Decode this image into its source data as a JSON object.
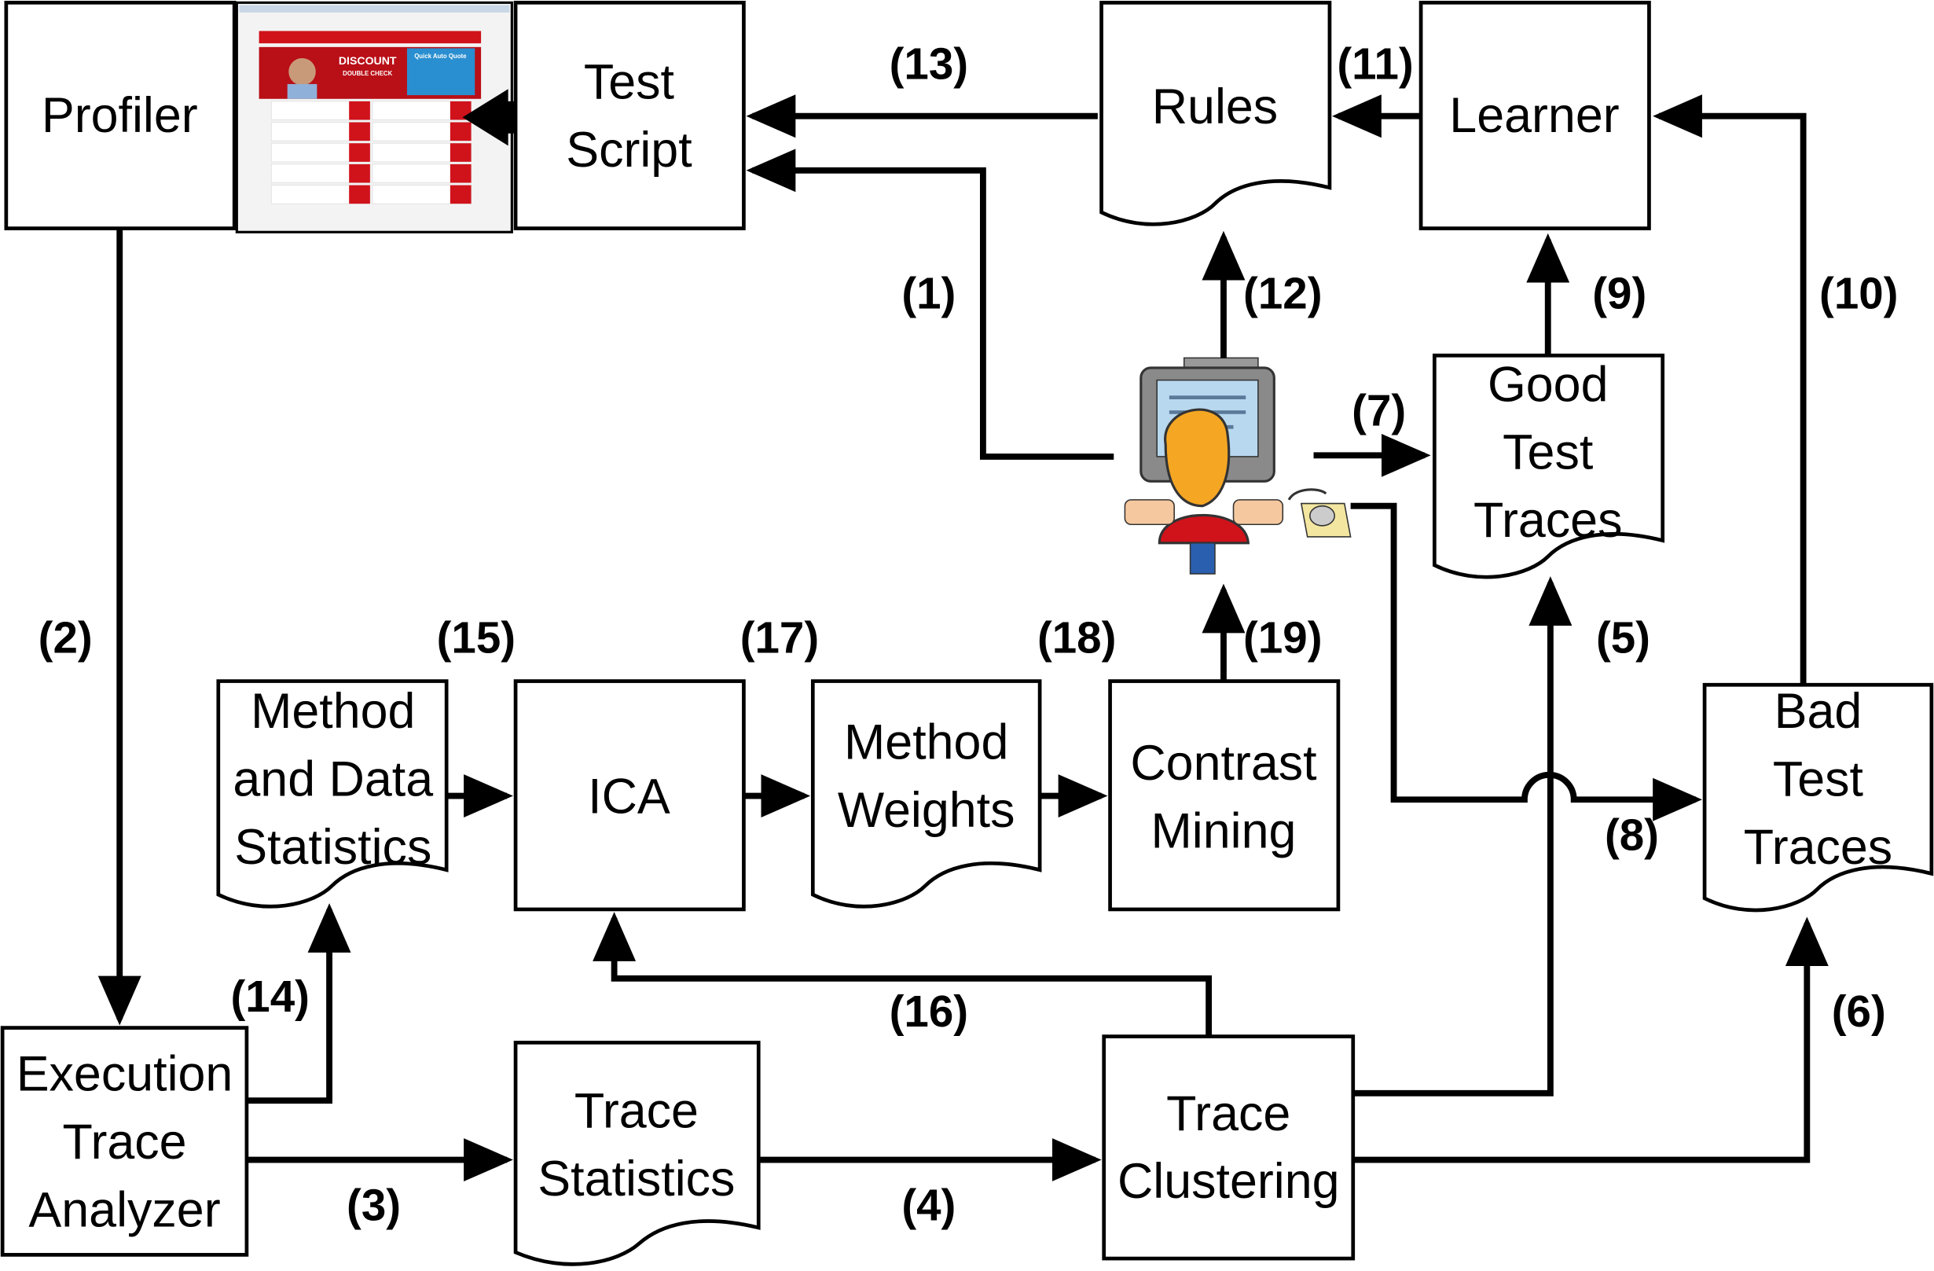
{
  "nodes": {
    "profiler": [
      "Profiler"
    ],
    "test_script": [
      "Test",
      "Script"
    ],
    "rules": [
      "Rules"
    ],
    "learner": [
      "Learner"
    ],
    "good_traces": [
      "Good",
      "Test",
      "Traces"
    ],
    "method_data_stats": [
      "Method",
      "and Data",
      "Statistics"
    ],
    "ica": [
      "ICA"
    ],
    "method_weights": [
      "Method",
      "Weights"
    ],
    "contrast_mining": [
      "Contrast",
      "Mining"
    ],
    "bad_traces": [
      "Bad",
      "Test",
      "Traces"
    ],
    "exec_analyzer": [
      "Execution",
      "Trace",
      "Analyzer"
    ],
    "trace_stats": [
      "Trace",
      "Statistics"
    ],
    "trace_clustering": [
      "Trace",
      "Clustering"
    ]
  },
  "edge_labels": {
    "e1": "(1)",
    "e2": "(2)",
    "e3": "(3)",
    "e4": "(4)",
    "e5": "(5)",
    "e6": "(6)",
    "e7": "(7)",
    "e8": "(8)",
    "e9": "(9)",
    "e10": "(10)",
    "e11": "(11)",
    "e12": "(12)",
    "e13": "(13)",
    "e14": "(14)",
    "e15": "(15)",
    "e16": "(16)",
    "e17": "(17)",
    "e18": "(18)",
    "e19": "(19)"
  },
  "screenshot_text": {
    "headline": "DISCOUNT",
    "sub": "DOUBLE CHECK",
    "quote": "Quick Auto Quote"
  },
  "icons": {
    "user": "person-at-computer-icon",
    "pointer": "big-left-arrow-icon"
  },
  "colors": {
    "brand_red": "#d0121b",
    "quote_blue": "#2a8fd0"
  }
}
